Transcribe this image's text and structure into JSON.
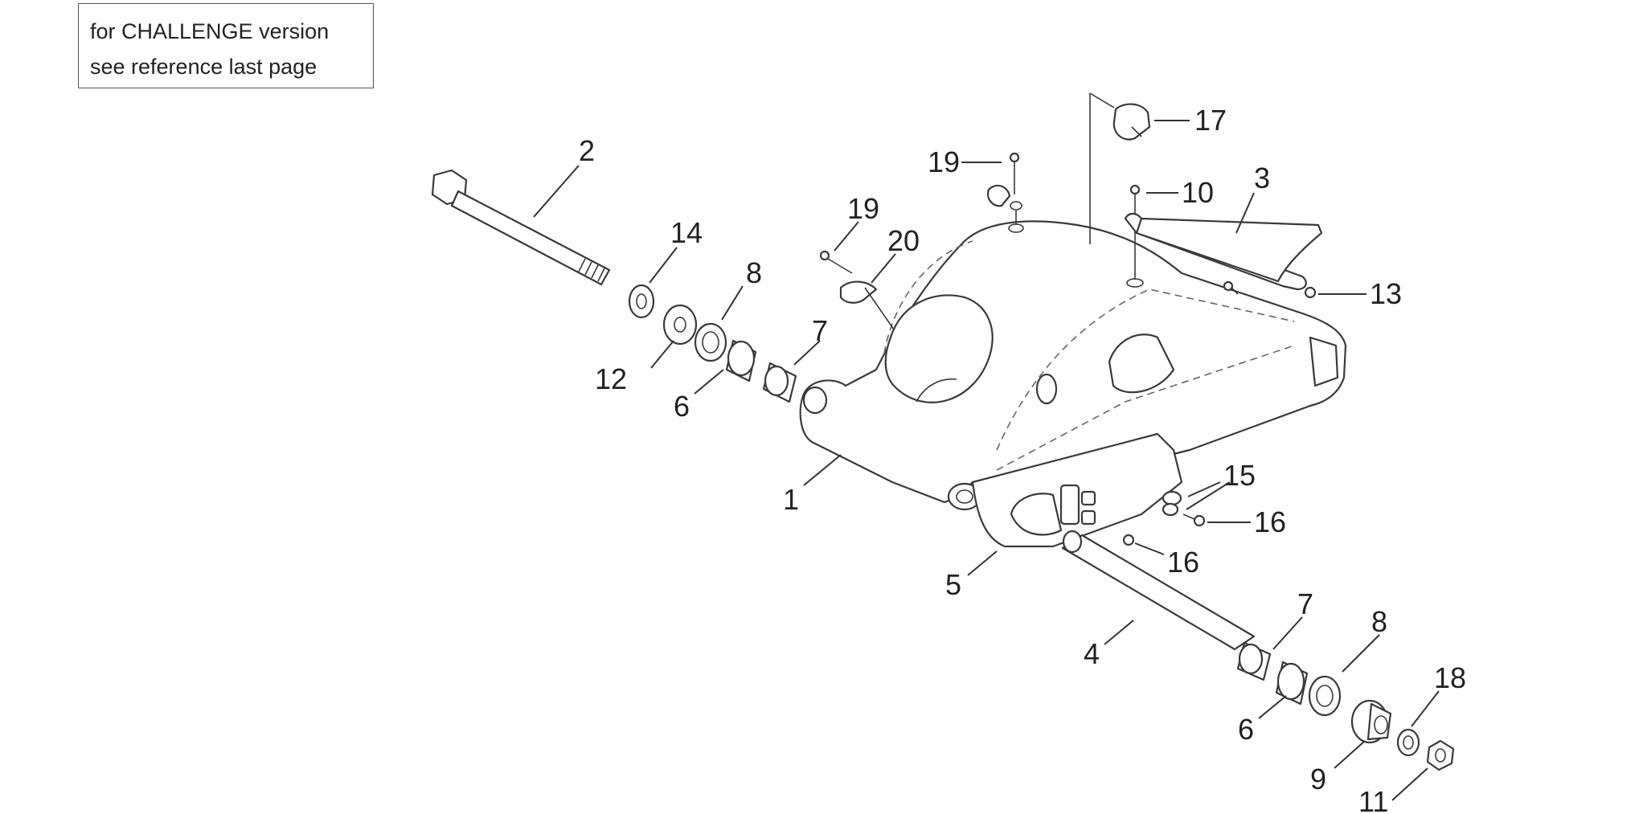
{
  "note": {
    "line1": "for CHALLENGE version",
    "line2": "see reference last page"
  },
  "callouts": {
    "c1": "1",
    "c2": "2",
    "c3": "3",
    "c4": "4",
    "c5": "5",
    "c6a": "6",
    "c6b": "6",
    "c7a": "7",
    "c7b": "7",
    "c8a": "8",
    "c8b": "8",
    "c9": "9",
    "c10": "10",
    "c11": "11",
    "c12": "12",
    "c13": "13",
    "c14": "14",
    "c15": "15",
    "c16a": "16",
    "c16b": "16",
    "c17": "17",
    "c18": "18",
    "c19a": "19",
    "c19b": "19",
    "c20": "20"
  }
}
